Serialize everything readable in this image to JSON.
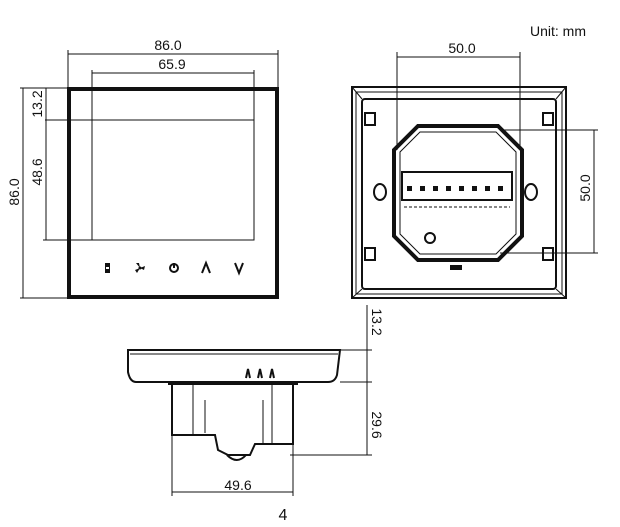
{
  "unit_label": "Unit: mm",
  "front_view": {
    "width_outer": "86.0",
    "width_screen": "65.9",
    "height_outer": "86.0",
    "screen_top_offset": "13.2",
    "screen_height": "48.6",
    "buttons": [
      "menu-icon",
      "fan-icon",
      "power-icon",
      "up-icon",
      "down-icon"
    ]
  },
  "back_view": {
    "mount_width": "50.0",
    "mount_height": "50.0"
  },
  "side_view": {
    "front_depth": "13.2",
    "back_depth": "29.6",
    "box_width": "49.6"
  },
  "page_number": "4"
}
